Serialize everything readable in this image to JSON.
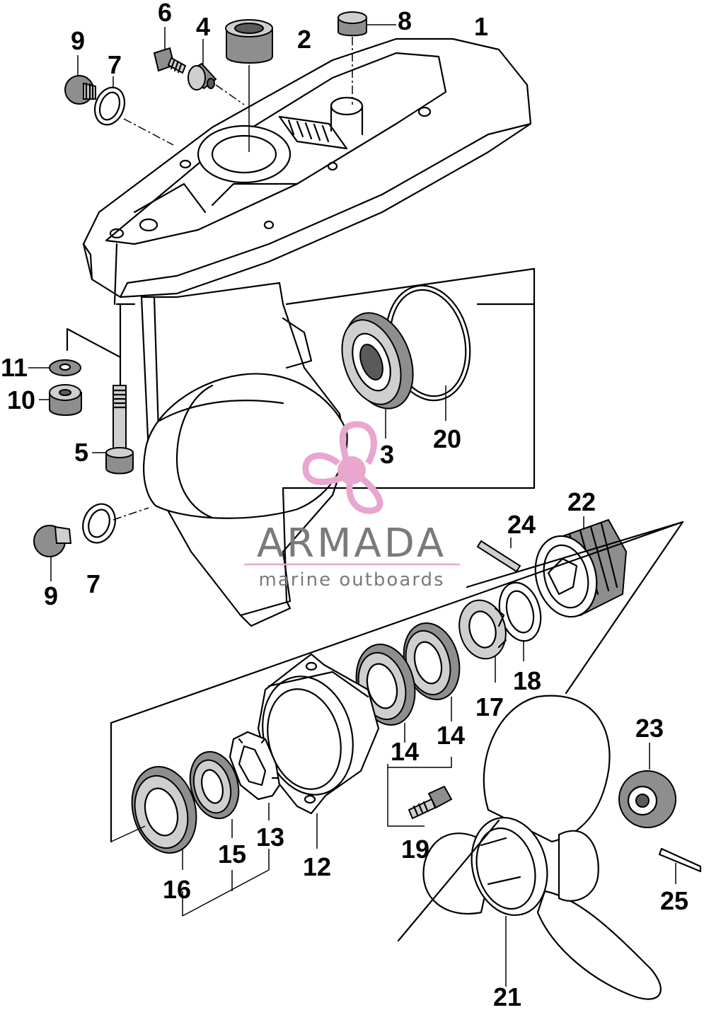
{
  "watermark": {
    "brand": "ARMADA",
    "tagline": "marine outboards",
    "brand_color": "#e9a6cf",
    "text_color": "#7a7a7a",
    "icon": "propeller-logo-icon"
  },
  "callouts": {
    "c1": "1",
    "c2": "2",
    "c3": "3",
    "c4": "4",
    "c5": "5",
    "c6": "6",
    "c7a": "7",
    "c7b": "7",
    "c8": "8",
    "c9a": "9",
    "c9b": "9",
    "c10": "10",
    "c11": "11",
    "c12": "12",
    "c13": "13",
    "c14a": "14",
    "c14b": "14",
    "c15": "15",
    "c16": "16",
    "c17": "17",
    "c18": "18",
    "c19": "19",
    "c20": "20",
    "c21": "21",
    "c22": "22",
    "c23": "23",
    "c24": "24",
    "c25": "25"
  }
}
